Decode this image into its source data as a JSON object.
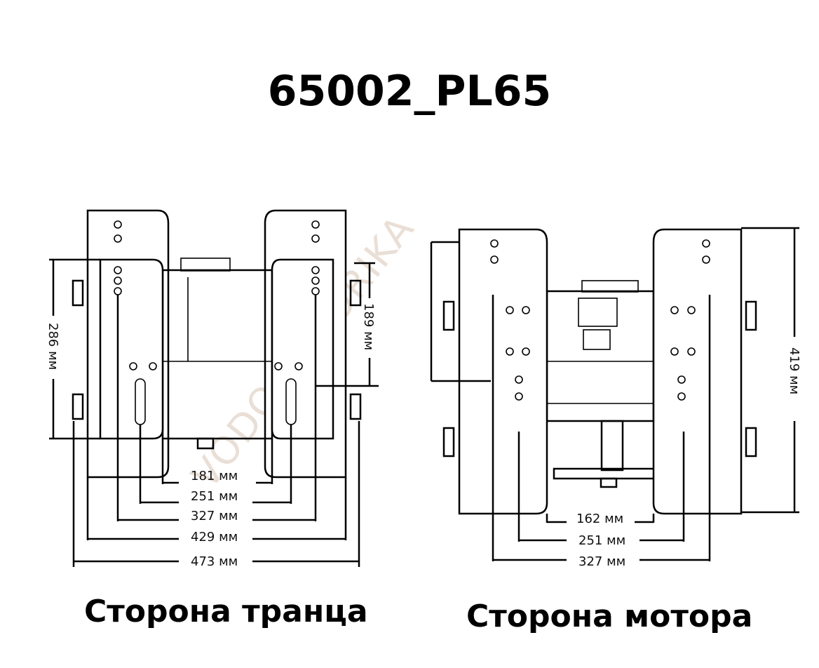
{
  "title": "65002_PL65",
  "watermark": "VODOMOTORIKA",
  "transom_side": {
    "caption": "Сторона транца",
    "dims": {
      "height_286": "286 мм",
      "height_189": "189 мм",
      "w181": "181 мм",
      "w251": "251 мм",
      "w327": "327 мм",
      "w429": "429 мм",
      "w473": "473 мм"
    }
  },
  "motor_side": {
    "caption": "Сторона мотора",
    "dims": {
      "height_419": "419 мм",
      "w162": "162 мм",
      "w251": "251 мм",
      "w327": "327 мм"
    }
  }
}
